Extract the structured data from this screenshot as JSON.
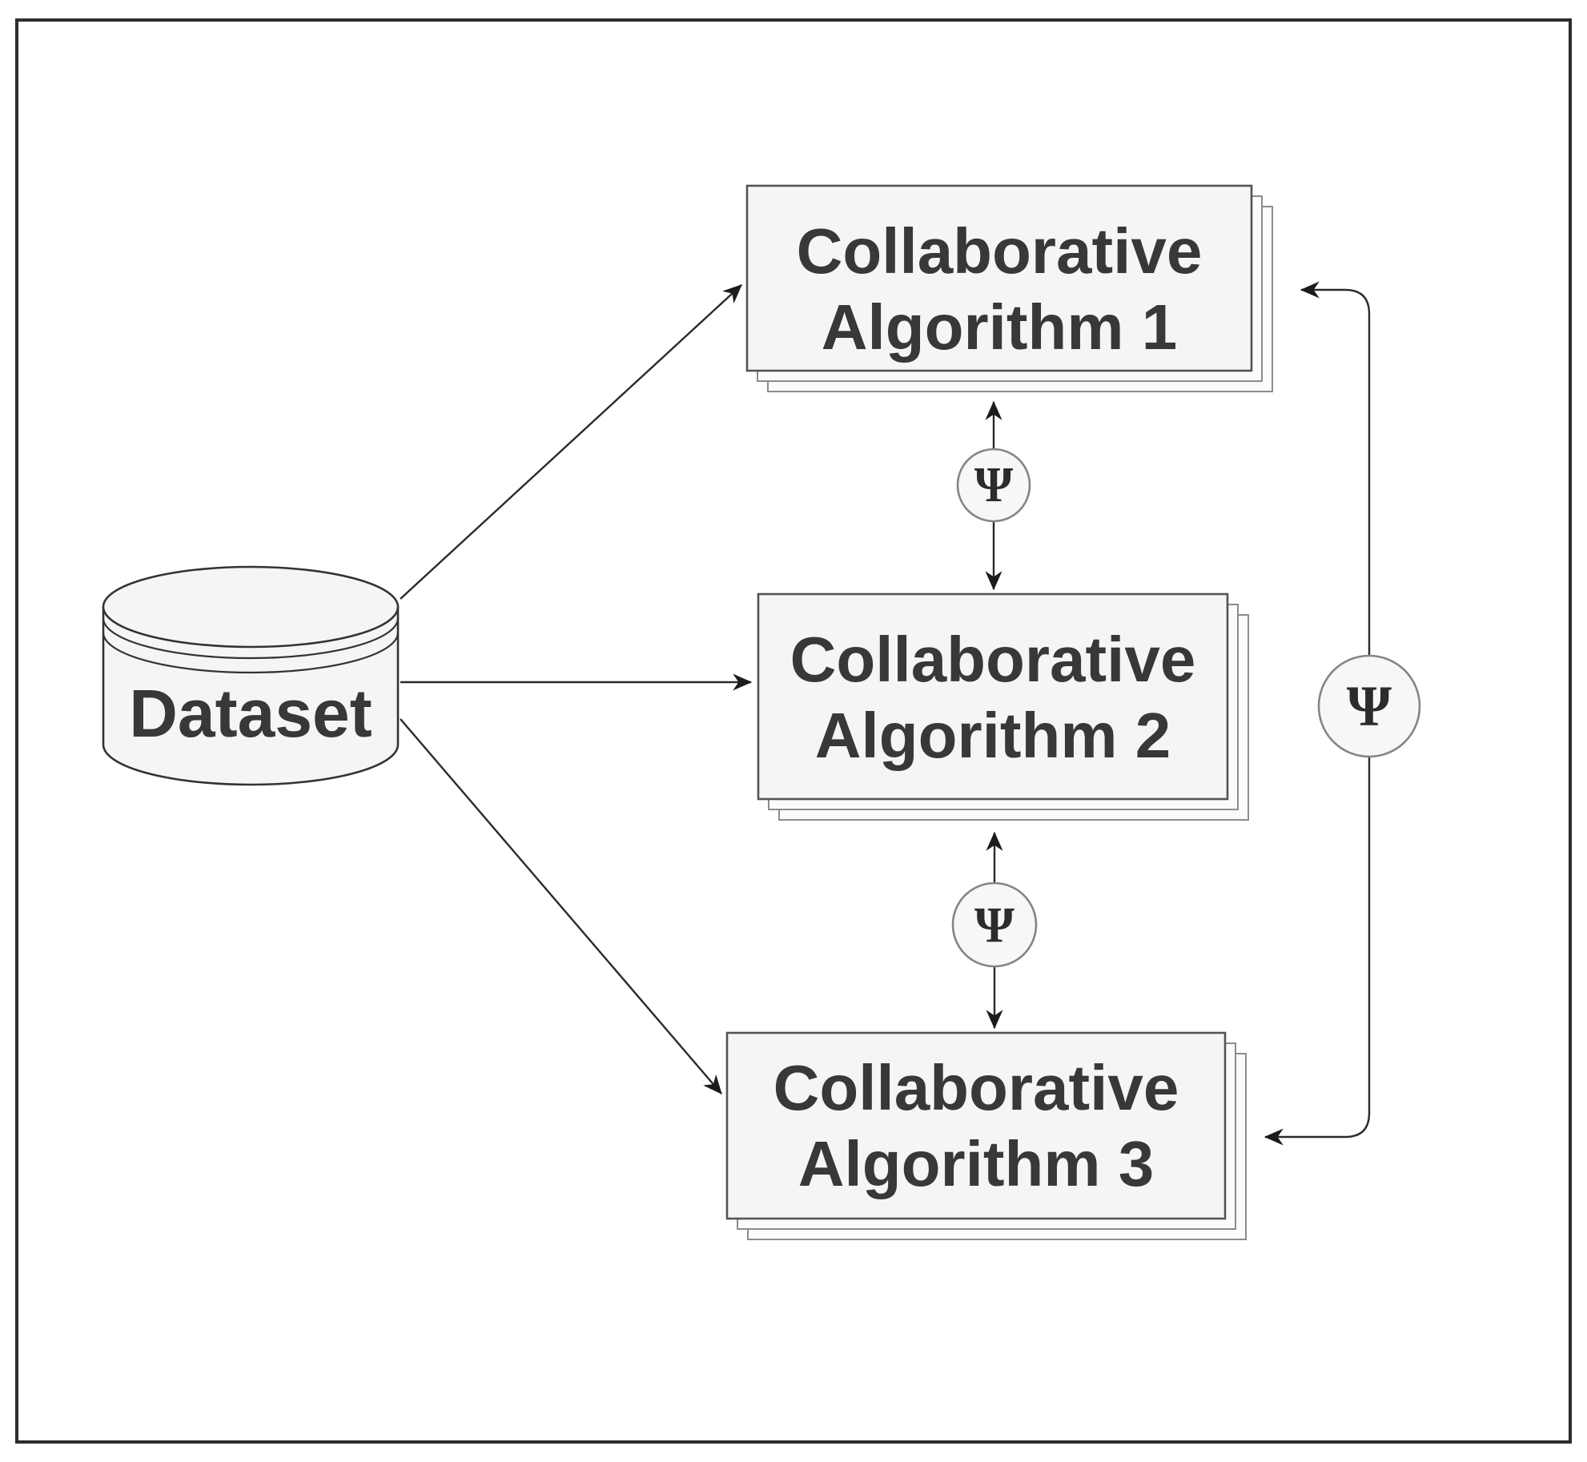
{
  "palette": {
    "background": "#ffffff",
    "frame_border": "#2d2d2d",
    "node_fill": "#f5f5f5",
    "node_border": "#545454",
    "sheet_fill": "#fbfbfb",
    "sheet_border": "#8c8c8c",
    "text_color": "#383838",
    "line_color": "#2a2a2a",
    "circle_fill": "#f7f7f7",
    "circle_border": "#858585"
  },
  "dataset": {
    "label": "Dataset"
  },
  "algorithm_boxes": [
    {
      "line1": "Collaborative",
      "line2": "Algorithm 1"
    },
    {
      "line1": "Collaborative",
      "line2": "Algorithm 2"
    },
    {
      "line1": "Collaborative",
      "line2": "Algorithm 3"
    }
  ],
  "connectors": [
    {
      "id": "alg1-alg2",
      "symbol": "Ψ"
    },
    {
      "id": "alg2-alg3",
      "symbol": "Ψ"
    },
    {
      "id": "alg1-alg3",
      "symbol": "Ψ"
    }
  ]
}
